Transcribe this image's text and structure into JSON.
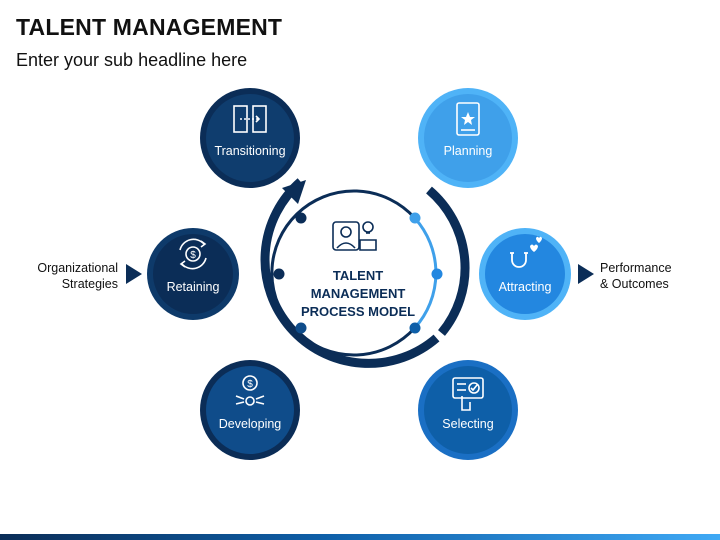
{
  "header": {
    "title": "TALENT MANAGEMENT",
    "subtitle": "Enter your sub headline here"
  },
  "center": {
    "line1": "TALENT",
    "line2": "MANAGEMENT",
    "line3": "PROCESS MODEL",
    "icon": "talent-person-bulb-icon"
  },
  "nodes": {
    "transitioning": {
      "label": "Transitioning",
      "icon": "door-exit-icon",
      "color": "#0f3d6e"
    },
    "planning": {
      "label": "Planning",
      "icon": "mobile-plan-icon",
      "color": "#3fa0ea"
    },
    "attracting": {
      "label": "Attracting",
      "icon": "magnet-hearts-icon",
      "color": "#2387e0"
    },
    "selecting": {
      "label": "Selecting",
      "icon": "hand-select-icon",
      "color": "#0e5fa8"
    },
    "developing": {
      "label": "Developing",
      "icon": "dollar-gear-icon",
      "color": "#0f4c8a"
    },
    "retaining": {
      "label": "Retaining",
      "icon": "dollar-cycle-icon",
      "color": "#0b2d57"
    }
  },
  "inputs": {
    "left_line1": "Organizational",
    "left_line2": "Strategies",
    "right_line1": "Performance",
    "right_line2": "& Outcomes"
  },
  "colors": {
    "dark_navy": "#0b2d57",
    "light_blue": "#3fa0ea",
    "mid_blue": "#1a6fc4"
  }
}
